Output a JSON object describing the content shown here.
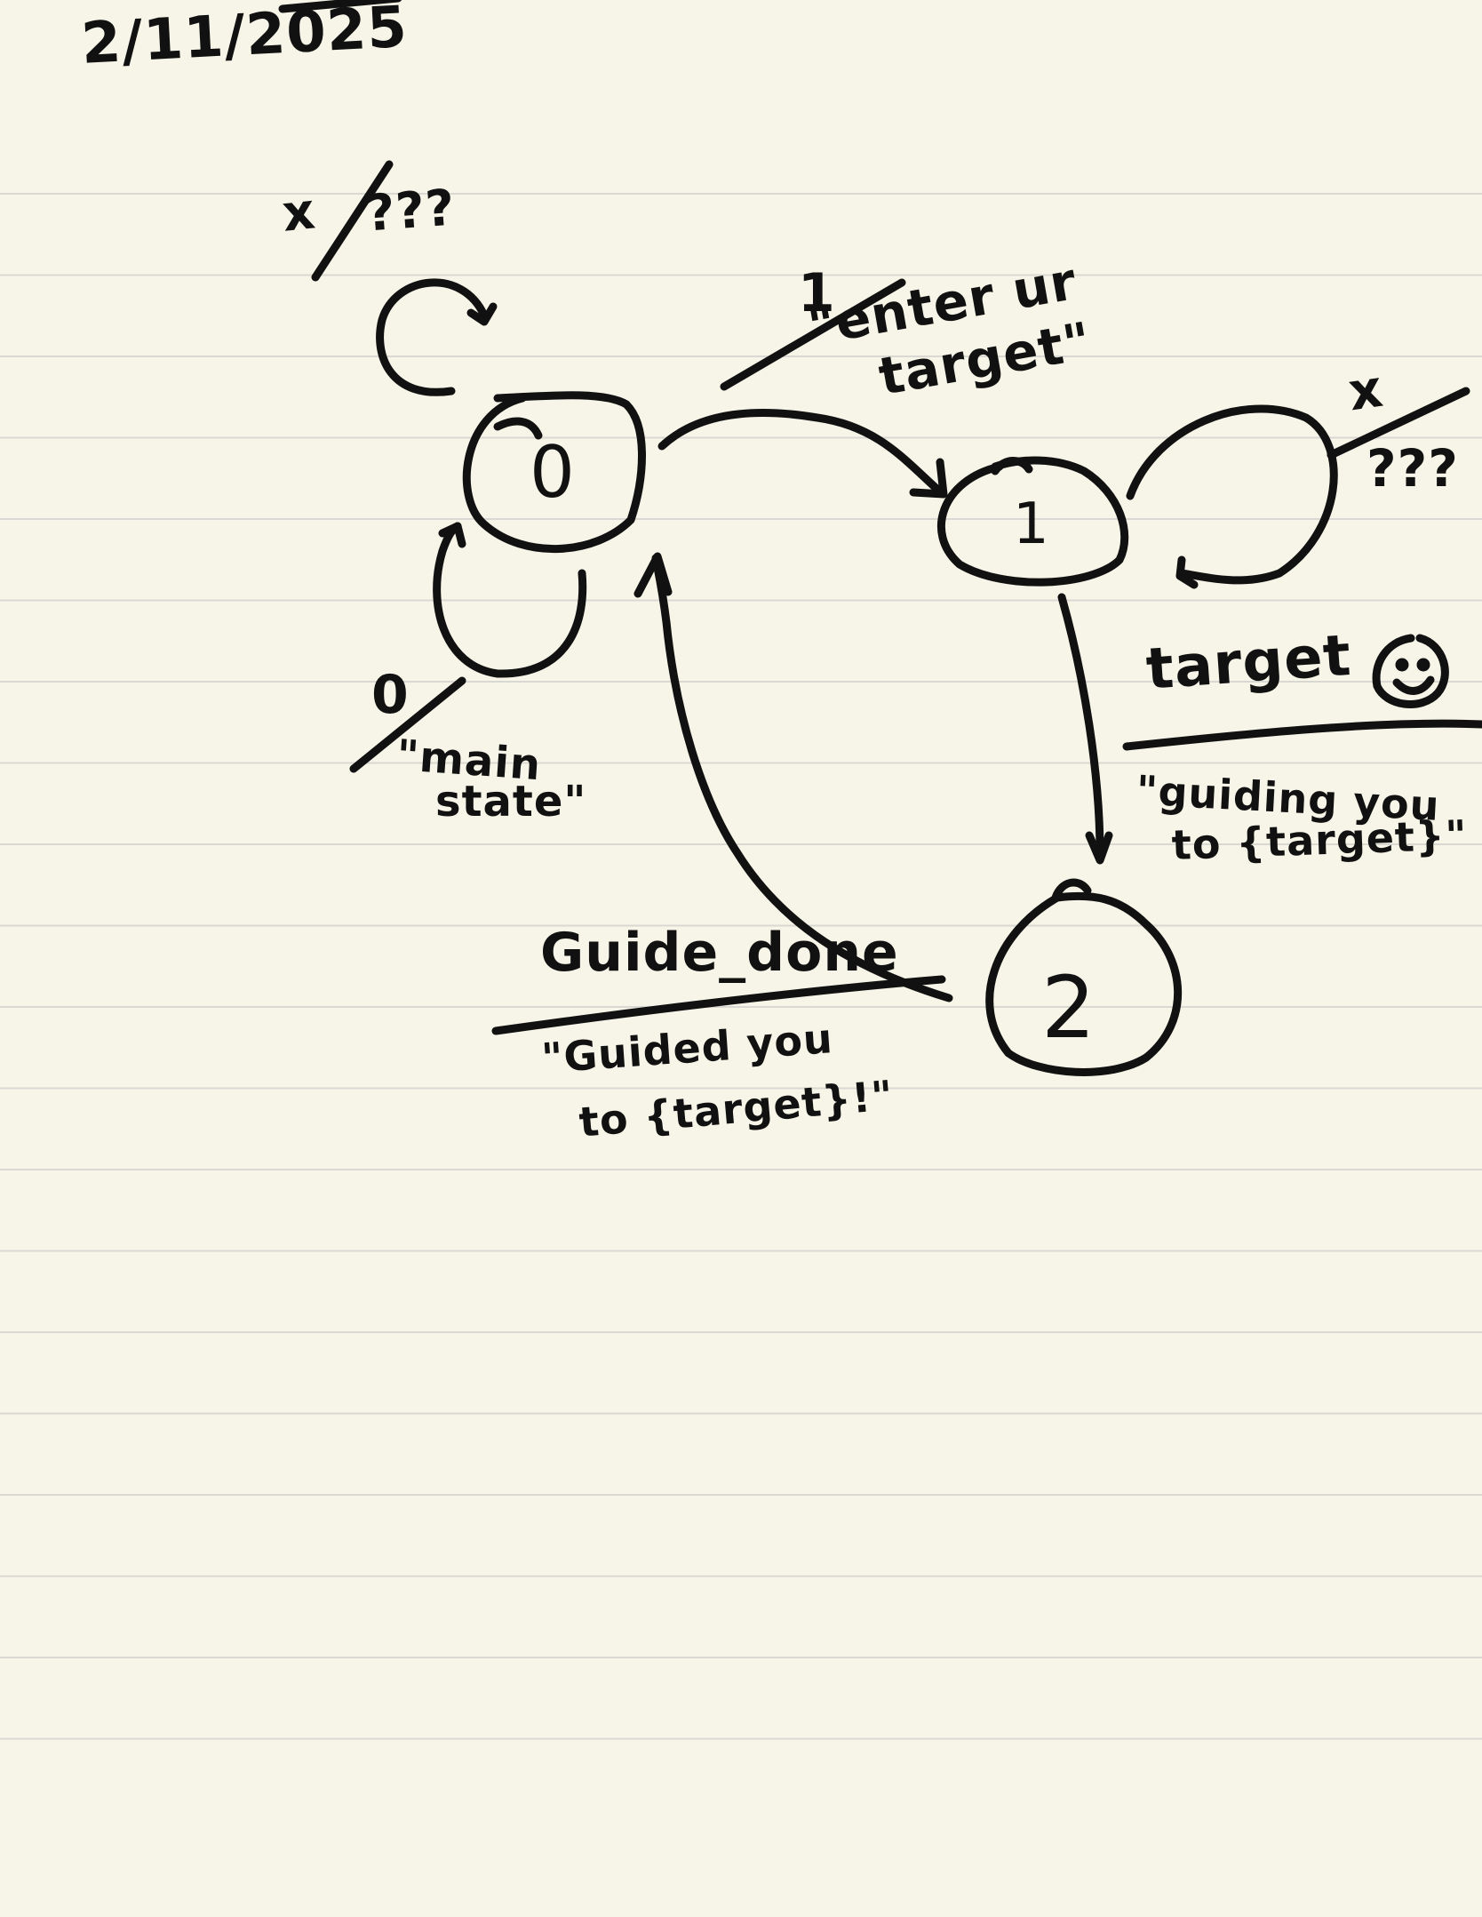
{
  "page": {
    "date": "2/11/2025",
    "paper_color": "#f7f5e8",
    "rule_color": "#d9d8d2",
    "ink_color": "#111111"
  },
  "states": [
    {
      "id": "state-0",
      "label": "0"
    },
    {
      "id": "state-1",
      "label": "1"
    },
    {
      "id": "state-2",
      "label": "2"
    }
  ],
  "transitions": [
    {
      "from": "0",
      "to": "0",
      "input": "x",
      "output": "???"
    },
    {
      "from": "0",
      "to": "0",
      "input": "0",
      "output_lines": [
        "\"main",
        "state\""
      ]
    },
    {
      "from": "0",
      "to": "1",
      "input": "1",
      "output_lines": [
        "\"enter ur",
        "target\""
      ]
    },
    {
      "from": "1",
      "to": "1",
      "input": "x",
      "output": "???"
    },
    {
      "from": "1",
      "to": "2",
      "input": "target",
      "output_lines": [
        "\"guiding you",
        "to {target}\""
      ]
    },
    {
      "from": "2",
      "to": "0",
      "input": "Guide_done",
      "output_lines": [
        "\"Guided you",
        "to {target}!\""
      ]
    }
  ],
  "icons": [
    "smiley-face-icon"
  ]
}
